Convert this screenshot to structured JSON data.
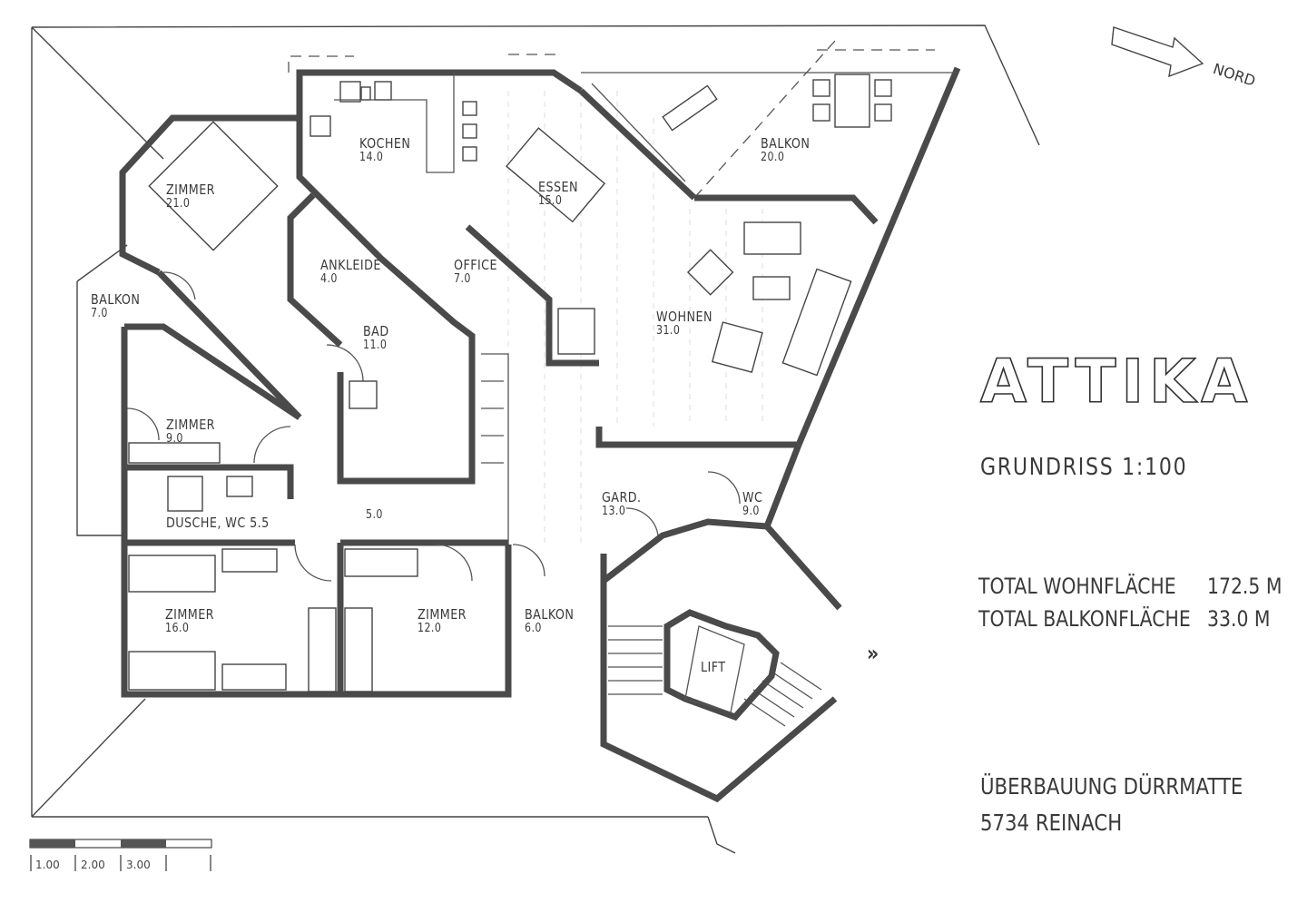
{
  "drawing": {
    "title": "ATTIKA",
    "subtitle": "GRUNDRISS   1:100",
    "scale": "1:100",
    "totals": [
      {
        "label": "TOTAL WOHNFLÄCHE",
        "value": "172.5 M"
      },
      {
        "label": "TOTAL BALKONFLÄCHE",
        "value": "33.0 M"
      }
    ],
    "project": {
      "name": "ÜBERBAUUNG DÜRRMATTE",
      "location": "5734 REINACH"
    },
    "north_arrow": {
      "label": "NORD"
    },
    "scale_bar": {
      "ticks": [
        "1.00",
        "2.00",
        "3.00",
        "",
        ""
      ]
    }
  },
  "rooms": [
    {
      "name": "KOCHEN",
      "area": "14.0"
    },
    {
      "name": "ESSEN",
      "area": "15.0"
    },
    {
      "name": "BALKON",
      "area": "20.0"
    },
    {
      "name": "ZIMMER",
      "area": "21.0"
    },
    {
      "name": "ANKLEIDE",
      "area": "4.0"
    },
    {
      "name": "OFFICE",
      "area": "7.0"
    },
    {
      "name": "BALKON",
      "area": "7.0"
    },
    {
      "name": "BAD",
      "area": "11.0"
    },
    {
      "name": "WOHNEN",
      "area": "31.0"
    },
    {
      "name": "ZIMMER",
      "area": "9.0"
    },
    {
      "name": "DUSCHE, WC",
      "area": "5.5"
    },
    {
      "name": "",
      "area": "5.0"
    },
    {
      "name": "GARD.",
      "area": "13.0"
    },
    {
      "name": "WC",
      "area": "9.0"
    },
    {
      "name": "ZIMMER",
      "area": "16.0"
    },
    {
      "name": "ZIMMER",
      "area": "12.0"
    },
    {
      "name": "BALKON",
      "area": "6.0"
    },
    {
      "name": "LIFT",
      "area": ""
    }
  ],
  "entrance_marker": "»"
}
